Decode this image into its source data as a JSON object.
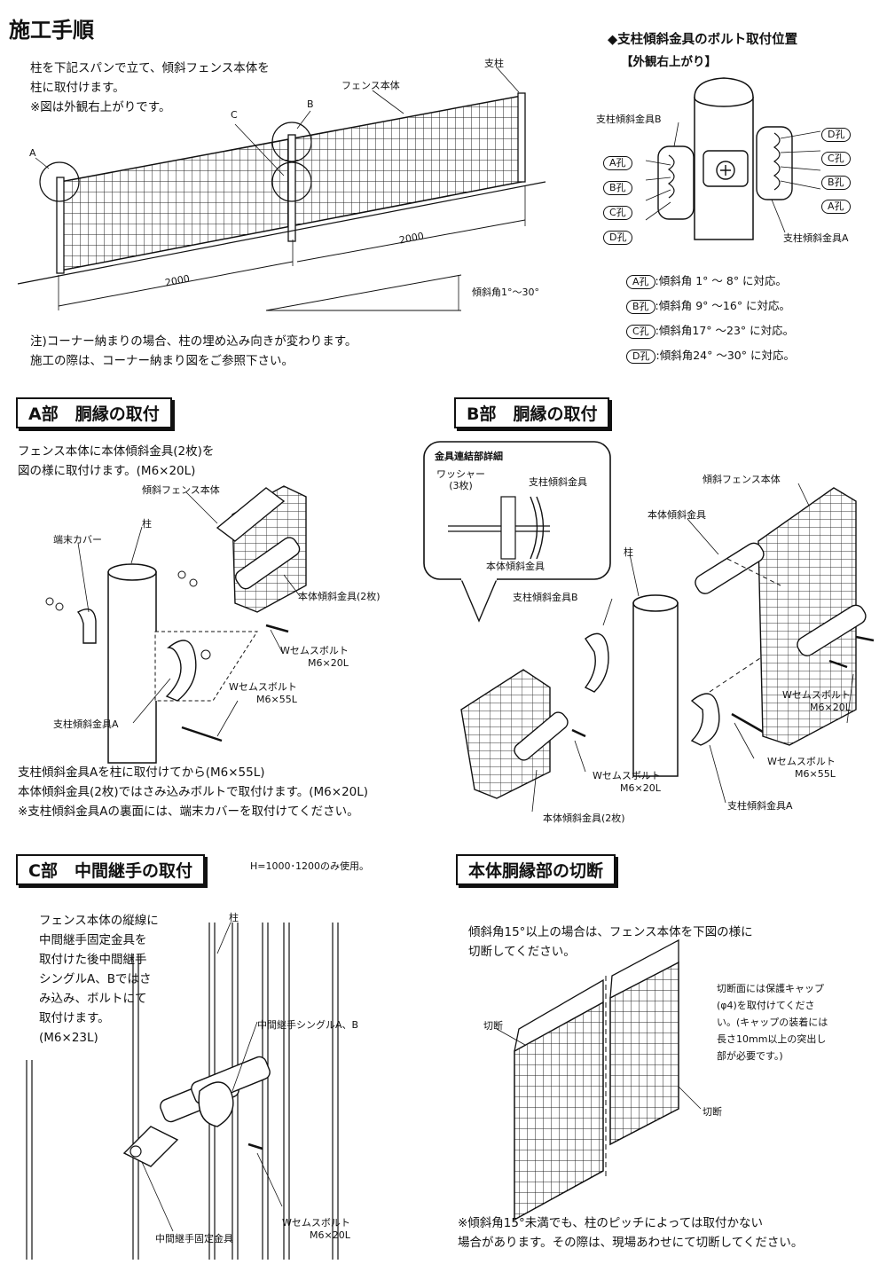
{
  "page": {
    "title": "施工手順",
    "intro": "柱を下記スパンで立て、傾斜フェンス本体を\n柱に取付けます。\n  ※図は外観右上がりです。",
    "label_fence": "フェンス本体",
    "label_post": "支柱",
    "label_A": "A",
    "label_B": "B",
    "label_C": "C",
    "span1": "2000",
    "span2": "2000",
    "angle": "傾斜角1°～30°",
    "note": "注)コーナー納まりの場合、柱の埋め込み向きが変わります。\n     施工の際は、コーナー納まり図をご参照下さい。"
  },
  "bolt_position": {
    "title": "◆支柱傾斜金具のボルト取付位置",
    "subtitle": "【外観右上がり】",
    "bracket_b": "支柱傾斜金具B",
    "bracket_a": "支柱傾斜金具A",
    "left_holes": [
      "A孔",
      "B孔",
      "C孔",
      "D孔"
    ],
    "right_holes": [
      "D孔",
      "C孔",
      "B孔",
      "A孔"
    ],
    "legend": [
      {
        "hole": "A孔",
        "text": ":傾斜角  1°  ～  8°  に対応。"
      },
      {
        "hole": "B孔",
        "text": ":傾斜角  9°  ～16°  に対応。"
      },
      {
        "hole": "C孔",
        "text": ":傾斜角17°  ～23°  に対応。"
      },
      {
        "hole": "D孔",
        "text": ":傾斜角24°  ～30°  に対応。"
      }
    ]
  },
  "section_a": {
    "heading": "A部　胴縁の取付",
    "desc": "フェンス本体に本体傾斜金具(2枚)を\n図の様に取付けます。(M6×20L)",
    "label_fence": "傾斜フェンス本体",
    "label_post": "柱",
    "label_cover": "端末カバー",
    "label_body_bracket": "本体傾斜金具(2枚)",
    "label_bolt1": "Wセムスボルト\nM6×20L",
    "label_bolt2": "Wセムスボルト\nM6×55L",
    "label_post_bracket": "支柱傾斜金具A",
    "footer": "支柱傾斜金具Aを柱に取付けてから(M6×55L)\n本体傾斜金具(2枚)ではさみ込みボルトで取付けます。(M6×20L)\n※支柱傾斜金具Aの裏面には、端末カバーを取付けてください。"
  },
  "section_b": {
    "heading": "B部　胴縁の取付",
    "detail_title": "金具連結部詳細",
    "label_washer": "ワッシャー\n(3枚)",
    "label_post_bracket_detail": "支柱傾斜金具",
    "label_body_bracket_detail": "本体傾斜金具",
    "label_post": "柱",
    "label_fence": "傾斜フェンス本体",
    "label_body_bracket": "本体傾斜金具",
    "label_post_bracket_b": "支柱傾斜金具B",
    "label_bolt1": "Wセムスボルト\nM6×20L",
    "label_bolt2": "Wセムスボルト\nM6×20L",
    "label_bolt3": "Wセムスボルト\nM6×55L",
    "label_body_bracket2": "本体傾斜金具(2枚)",
    "label_post_bracket_a": "支柱傾斜金具A"
  },
  "section_c": {
    "heading": "C部　中間継手の取付",
    "note": "H=1000･1200のみ使用。",
    "desc": "フェンス本体の縦線に\n中間継手固定金具を\n取付けた後中間継手\nシングルA、Bではさ\nみ込み、ボルトにて\n取付けます。\n(M6×23L)",
    "label_post": "柱",
    "label_single": "中間継手シングルA、B",
    "label_bolt": "Wセムスボルト\nM6×20L",
    "label_fixing": "中間継手固定金具"
  },
  "section_cut": {
    "heading": "本体胴縁部の切断",
    "desc": "傾斜角15°以上の場合は、フェンス本体を下図の様に\n切断してください。",
    "label_cut1": "切断",
    "label_cut2": "切断",
    "cap_note": "切断面には保護キャップ\n(φ4)を取付けてくださ\nい。(キャップの装着には\n長さ10mm以上の突出し\n部が必要です。)",
    "footer": "※傾斜角15°未満でも、柱のピッチによっては取付かない\n  場合があります。その際は、現場あわせにて切断してください。"
  }
}
